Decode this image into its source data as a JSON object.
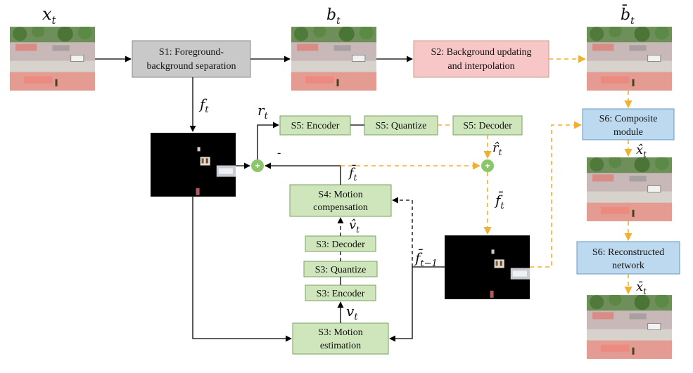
{
  "colors": {
    "gray_box": "#c9c9c9",
    "red_box": "#f7c6c6",
    "green_box": "#cfe6bd",
    "blue_box": "#bcd9ef",
    "solid_arrow": "#000000",
    "dashed_arrow": "#f0b030",
    "plus_node": "#8cc66b"
  },
  "labels": {
    "x_t": "x",
    "x_t_sub": "t",
    "b_t": "b",
    "b_t_sub": "t",
    "bbar_t": "b̄",
    "bbar_t_sub": "t",
    "f_t": "f",
    "f_t_sub": "t",
    "r_t": "r",
    "r_t_sub": "t",
    "minus_sign": "-",
    "fhat_t": "f̄",
    "fhat_t_sub": "t",
    "rhat_t": "r̂",
    "rhat_t_sub": "t",
    "fbar_t": "f̄",
    "fbar_t_sub": "t",
    "vhat_t": "v̂",
    "vhat_t_sub": "t",
    "v_t": "v",
    "v_t_sub": "t",
    "fbar_tm1": "f̄",
    "fbar_tm1_sub": "t−1",
    "xhat_t": "x̂",
    "xhat_t_sub": "t",
    "xbar_t": "x̄",
    "xbar_t_sub": "t"
  },
  "boxes": {
    "s1_line1": "S1: Foreground-",
    "s1_line2": "background separation",
    "s2_line1": "S2: Background updating",
    "s2_line2": "and interpolation",
    "s5_encoder": "S5: Encoder",
    "s5_quantize": "S5: Quantize",
    "s5_decoder": "S5: Decoder",
    "s4_line1": "S4: Motion",
    "s4_line2": "compensation",
    "s3_decoder": "S3: Decoder",
    "s3_quantize": "S3: Quantize",
    "s3_encoder": "S3: Encoder",
    "s3me_line1": "S3: Motion",
    "s3me_line2": "estimation",
    "s6c_line1": "S6: Composite",
    "s6c_line2": "module",
    "s6r_line1": "S6: Reconstructed",
    "s6r_line2": "network"
  }
}
